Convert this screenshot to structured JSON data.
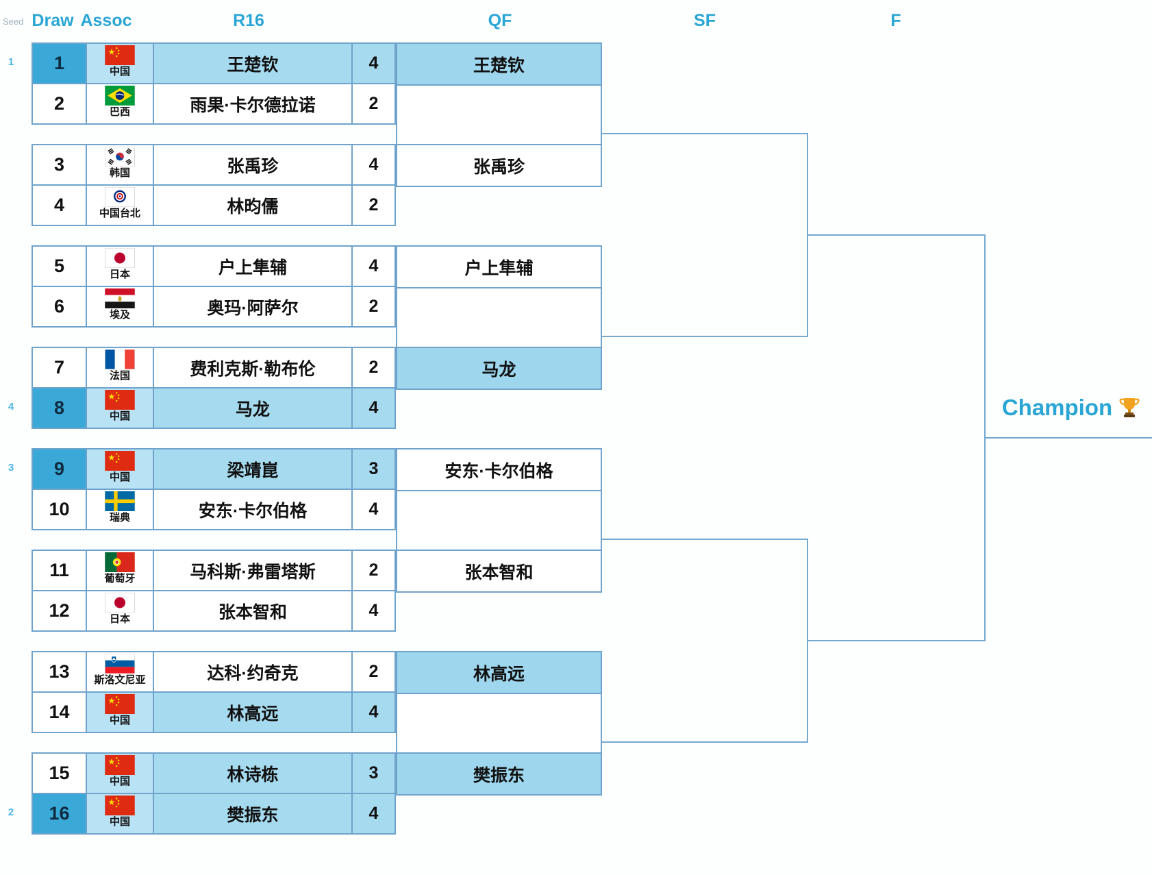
{
  "header": {
    "seed": "Seed",
    "draw": "Draw",
    "assoc": "Assoc",
    "r16": "R16",
    "qf": "QF",
    "sf": "SF",
    "f": "F"
  },
  "colors": {
    "accent": "#2AA6D5",
    "row_highlight": "#A6DAEF",
    "assoc_highlight": "#B9E2F4",
    "seeded_cell": "#3AA9D8",
    "border": "#6FA3CC",
    "bracket_line": "#74A9CF",
    "seed_number": "#4AB5E6"
  },
  "champion": {
    "label": "Champion",
    "icon": "trophy-icon"
  },
  "seeds": [
    {
      "label": "1",
      "row": 1
    },
    {
      "label": "4",
      "row": 8
    },
    {
      "label": "3",
      "row": 9
    },
    {
      "label": "2",
      "row": 16
    }
  ],
  "players": [
    {
      "draw": "1",
      "country": "中国",
      "name": "王楚钦",
      "score": "4",
      "flag": "flag-china",
      "seeded": true,
      "highlighted": true
    },
    {
      "draw": "2",
      "country": "巴西",
      "name": "雨果·卡尔德拉诺",
      "score": "2",
      "flag": "flag-brazil",
      "seeded": false,
      "highlighted": false
    },
    {
      "draw": "3",
      "country": "韩国",
      "name": "张禹珍",
      "score": "4",
      "flag": "flag-south-korea",
      "seeded": false,
      "highlighted": false
    },
    {
      "draw": "4",
      "country": "中国台北",
      "name": "林昀儒",
      "score": "2",
      "flag": "flag-chinese-taipei",
      "seeded": false,
      "highlighted": false
    },
    {
      "draw": "5",
      "country": "日本",
      "name": "户上隼辅",
      "score": "4",
      "flag": "flag-japan",
      "seeded": false,
      "highlighted": false
    },
    {
      "draw": "6",
      "country": "埃及",
      "name": "奥玛·阿萨尔",
      "score": "2",
      "flag": "flag-egypt",
      "seeded": false,
      "highlighted": false
    },
    {
      "draw": "7",
      "country": "法国",
      "name": "费利克斯·勒布伦",
      "score": "2",
      "flag": "flag-france",
      "seeded": false,
      "highlighted": false
    },
    {
      "draw": "8",
      "country": "中国",
      "name": "马龙",
      "score": "4",
      "flag": "flag-china",
      "seeded": true,
      "highlighted": true
    },
    {
      "draw": "9",
      "country": "中国",
      "name": "梁靖崑",
      "score": "3",
      "flag": "flag-china",
      "seeded": true,
      "highlighted": true
    },
    {
      "draw": "10",
      "country": "瑞典",
      "name": "安东·卡尔伯格",
      "score": "4",
      "flag": "flag-sweden",
      "seeded": false,
      "highlighted": false
    },
    {
      "draw": "11",
      "country": "葡萄牙",
      "name": "马科斯·弗雷塔斯",
      "score": "2",
      "flag": "flag-portugal",
      "seeded": false,
      "highlighted": false
    },
    {
      "draw": "12",
      "country": "日本",
      "name": "张本智和",
      "score": "4",
      "flag": "flag-japan",
      "seeded": false,
      "highlighted": false
    },
    {
      "draw": "13",
      "country": "斯洛文尼亚",
      "name": "达科·约奇克",
      "score": "2",
      "flag": "flag-slovenia",
      "seeded": false,
      "highlighted": false
    },
    {
      "draw": "14",
      "country": "中国",
      "name": "林高远",
      "score": "4",
      "flag": "flag-china",
      "seeded": false,
      "highlighted": true
    },
    {
      "draw": "15",
      "country": "中国",
      "name": "林诗栋",
      "score": "3",
      "flag": "flag-china",
      "seeded": false,
      "highlighted": true
    },
    {
      "draw": "16",
      "country": "中国",
      "name": "樊振东",
      "score": "4",
      "flag": "flag-china",
      "seeded": true,
      "highlighted": true
    }
  ],
  "qf": [
    {
      "name": "王楚钦",
      "highlighted": true
    },
    {
      "name": "张禹珍",
      "highlighted": false
    },
    {
      "name": "户上隼辅",
      "highlighted": false
    },
    {
      "name": "马龙",
      "highlighted": true
    },
    {
      "name": "安东·卡尔伯格",
      "highlighted": false
    },
    {
      "name": "张本智和",
      "highlighted": false
    },
    {
      "name": "林高远",
      "highlighted": true
    },
    {
      "name": "樊振东",
      "highlighted": true
    }
  ]
}
